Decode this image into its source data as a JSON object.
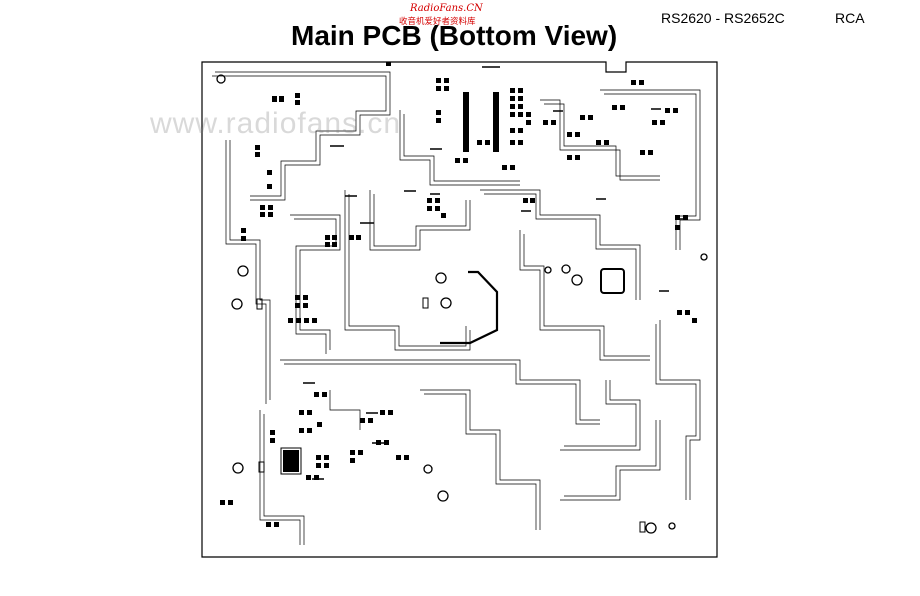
{
  "watermark_site": "RadioFans.CN",
  "watermark_site_cn": "收音机爱好者资料库",
  "watermark_url": "www.radiofans.cn",
  "model": "RS2620 - RS2652C",
  "brand": "RCA",
  "title": "Main PCB (Bottom View)"
}
